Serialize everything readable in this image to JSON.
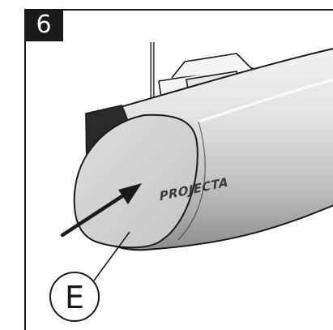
{
  "step": {
    "number": "6"
  },
  "brand": {
    "logo_text": "PROJECTA"
  },
  "callout": {
    "label": "E"
  },
  "colors": {
    "ink": "#1a1a1a",
    "housing": "#cfcfcf",
    "endcap": "#d4d4d4",
    "dark_end": "#2a2a2a"
  }
}
